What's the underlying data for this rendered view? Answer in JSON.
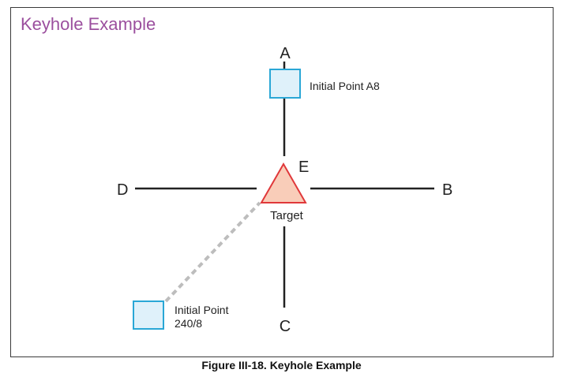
{
  "diagram": {
    "title": "Keyhole Example",
    "caption": "Figure III-18.  Keyhole Example",
    "points": {
      "A": "A",
      "B": "B",
      "C": "C",
      "D": "D",
      "E": "E"
    },
    "target_label": "Target",
    "initial_point_a8": "Initial Point A8",
    "initial_point_240_line1": "Initial Point",
    "initial_point_240_line2": "240/8"
  },
  "colors": {
    "title": "#9b4f9e",
    "square_fill": "#dff1fa",
    "square_stroke": "#2aa7d6",
    "triangle_fill": "#f9cdb9",
    "triangle_stroke": "#e0383a",
    "dashed_line": "#bdbdbd",
    "axis_line": "#222222"
  }
}
